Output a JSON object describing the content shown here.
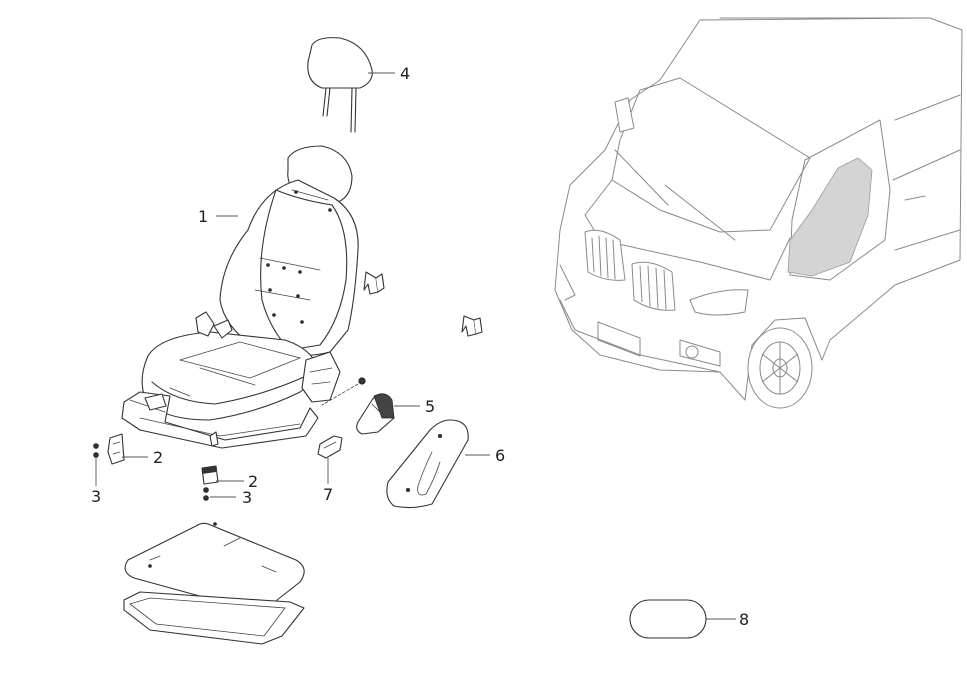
{
  "callouts": {
    "c1": "1",
    "c2a": "2",
    "c2b": "2",
    "c3a": "3",
    "c3b": "3",
    "c4": "4",
    "c5": "5",
    "c6": "6",
    "c7": "7",
    "c8": "8"
  },
  "colors": {
    "line": "#333333",
    "van_line": "#8a8a8a",
    "highlight": "#d4d4d4",
    "background": "#ffffff"
  }
}
